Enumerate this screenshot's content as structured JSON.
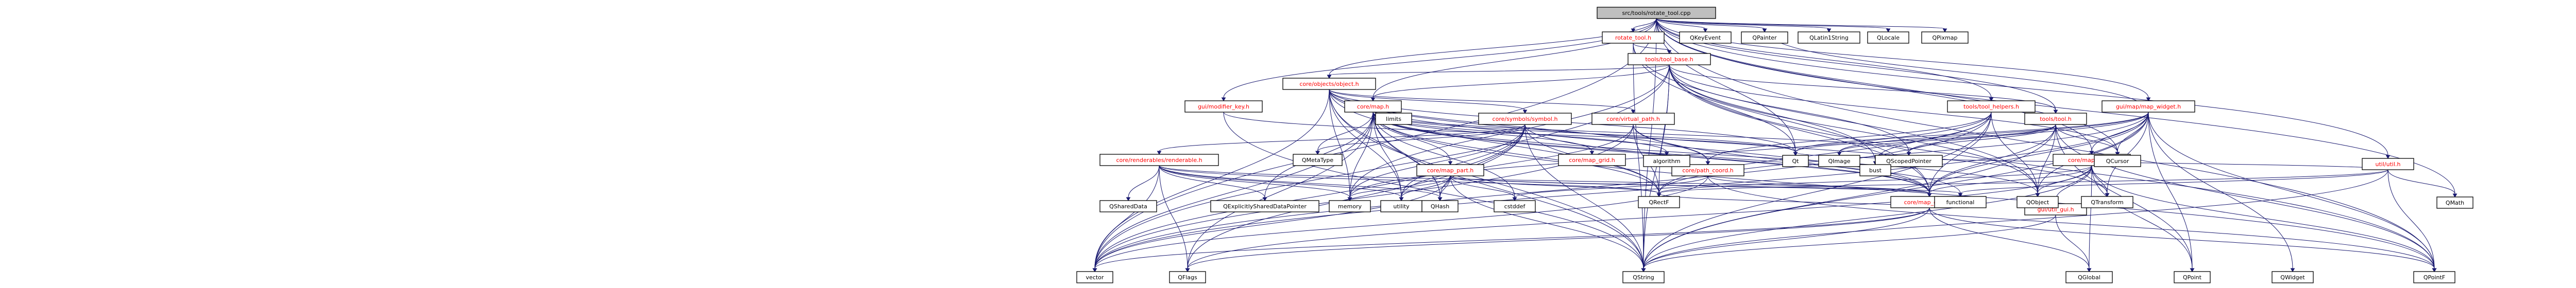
{
  "diagram": {
    "root": "src/tools/rotate_tool.cpp",
    "colors": {
      "root_fill": "#bfbfbf",
      "node_fill": "#ffffff",
      "edge": "#191970",
      "internal_text": "#ff0000",
      "external_text": "#000000"
    },
    "nodes": [
      {
        "id": "root",
        "label": "src/tools/rotate_tool.cpp",
        "kind": "root"
      },
      {
        "id": "rotate_tool_h",
        "label": "rotate_tool.h",
        "kind": "internal"
      },
      {
        "id": "qkeyevent",
        "label": "QKeyEvent",
        "kind": "external"
      },
      {
        "id": "qpainter",
        "label": "QPainter",
        "kind": "external"
      },
      {
        "id": "qlatin1string",
        "label": "QLatin1String",
        "kind": "external"
      },
      {
        "id": "qlocale",
        "label": "QLocale",
        "kind": "external"
      },
      {
        "id": "qpixmap",
        "label": "QPixmap",
        "kind": "external"
      },
      {
        "id": "tool_base_h",
        "label": "tools/tool_base.h",
        "kind": "internal"
      },
      {
        "id": "object_h",
        "label": "core/objects/object.h",
        "kind": "internal"
      },
      {
        "id": "modifier_key_h",
        "label": "gui/modifier_key.h",
        "kind": "internal"
      },
      {
        "id": "map_h",
        "label": "core/map.h",
        "kind": "internal"
      },
      {
        "id": "tool_helpers_h",
        "label": "tools/tool_helpers.h",
        "kind": "internal"
      },
      {
        "id": "tool_h",
        "label": "tools/tool.h",
        "kind": "internal"
      },
      {
        "id": "map_widget_h",
        "label": "gui/map/map_widget.h",
        "kind": "internal"
      },
      {
        "id": "util_h",
        "label": "util/util.h",
        "kind": "internal"
      },
      {
        "id": "limits",
        "label": "limits",
        "kind": "external"
      },
      {
        "id": "symbol_h",
        "label": "core/symbols/symbol.h",
        "kind": "internal"
      },
      {
        "id": "virtual_path_h",
        "label": "core/virtual_path.h",
        "kind": "internal"
      },
      {
        "id": "renderables_h",
        "label": "core/renderables/renderable.h",
        "kind": "internal"
      },
      {
        "id": "map_part_h",
        "label": "core/map_part.h",
        "kind": "internal"
      },
      {
        "id": "map_grid_h",
        "label": "core/map_grid.h",
        "kind": "internal"
      },
      {
        "id": "path_coord_h",
        "label": "core/path_coord.h",
        "kind": "internal"
      },
      {
        "id": "map_coord_h",
        "label": "core/map_coord.h",
        "kind": "internal"
      },
      {
        "id": "map_view_h",
        "label": "core/map_view.h",
        "kind": "internal"
      },
      {
        "id": "gui_util_h",
        "label": "gui/util_gui.h",
        "kind": "internal"
      },
      {
        "id": "qt",
        "label": "Qt",
        "kind": "external"
      },
      {
        "id": "qimage",
        "label": "QImage",
        "kind": "external"
      },
      {
        "id": "qscopedpointer",
        "label": "QScopedPointer",
        "kind": "external"
      },
      {
        "id": "qcursor",
        "label": "QCursor",
        "kind": "external"
      },
      {
        "id": "qmetatype",
        "label": "QMetaType",
        "kind": "external"
      },
      {
        "id": "algorithm",
        "label": "algorithm",
        "kind": "external"
      },
      {
        "id": "bust",
        "label": "bust",
        "kind": "external"
      },
      {
        "id": "qsharedata",
        "label": "QSharedData",
        "kind": "external"
      },
      {
        "id": "qexplicitly",
        "label": "QExplicitlySharedDataPointer",
        "kind": "external"
      },
      {
        "id": "memory",
        "label": "memory",
        "kind": "external"
      },
      {
        "id": "utility",
        "label": "utility",
        "kind": "external"
      },
      {
        "id": "qhash",
        "label": "QHash",
        "kind": "external"
      },
      {
        "id": "cstddef",
        "label": "cstddef",
        "kind": "external"
      },
      {
        "id": "qrectf",
        "label": "QRectF",
        "kind": "external"
      },
      {
        "id": "qobject",
        "label": "QObject",
        "kind": "external"
      },
      {
        "id": "qtransform",
        "label": "QTransform",
        "kind": "external"
      },
      {
        "id": "functional",
        "label": "functional",
        "kind": "external"
      },
      {
        "id": "vector",
        "label": "vector",
        "kind": "external"
      },
      {
        "id": "qflags",
        "label": "QFlags",
        "kind": "external"
      },
      {
        "id": "qstring",
        "label": "QString",
        "kind": "external"
      },
      {
        "id": "qpoint",
        "label": "QPoint",
        "kind": "external"
      },
      {
        "id": "qpointf",
        "label": "QPointF",
        "kind": "external"
      },
      {
        "id": "qwidget",
        "label": "QWidget",
        "kind": "external"
      },
      {
        "id": "qmath",
        "label": "QMath",
        "kind": "external"
      }
    ],
    "edges": [
      [
        "root",
        "rotate_tool_h"
      ],
      [
        "root",
        "qkeyevent"
      ],
      [
        "root",
        "qpainter"
      ],
      [
        "root",
        "qlatin1string"
      ],
      [
        "root",
        "qlocale"
      ],
      [
        "root",
        "qpixmap"
      ],
      [
        "root",
        "object_h"
      ],
      [
        "root",
        "modifier_key_h"
      ],
      [
        "root",
        "map_h"
      ],
      [
        "root",
        "tool_helpers_h"
      ],
      [
        "root",
        "tool_h"
      ],
      [
        "root",
        "map_widget_h"
      ],
      [
        "root",
        "util_h"
      ],
      [
        "root",
        "qt"
      ],
      [
        "root",
        "qcursor"
      ],
      [
        "root",
        "qstring"
      ],
      [
        "root",
        "map_view_h"
      ],
      [
        "root",
        "qpointf"
      ],
      [
        "root",
        "vector"
      ],
      [
        "root",
        "qmath"
      ],
      [
        "rotate_tool_h",
        "tool_base_h"
      ],
      [
        "rotate_tool_h",
        "map_coord_h"
      ],
      [
        "rotate_tool_h",
        "qobject"
      ],
      [
        "rotate_tool_h",
        "qstring"
      ],
      [
        "tool_base_h",
        "object_h"
      ],
      [
        "tool_base_h",
        "tool_h"
      ],
      [
        "tool_base_h",
        "qt"
      ],
      [
        "tool_base_h",
        "qpointf"
      ],
      [
        "tool_base_h",
        "qcursor"
      ],
      [
        "tool_base_h",
        "qscopedpointer"
      ],
      [
        "tool_base_h",
        "map_coord_h"
      ],
      [
        "tool_base_h",
        "vector"
      ],
      [
        "tool_base_h",
        "qstring"
      ],
      [
        "tool_base_h",
        "bust"
      ],
      [
        "tool_base_h",
        "memory"
      ],
      [
        "tool_base_h",
        "qrectf"
      ],
      [
        "tool_base_h",
        "qobject"
      ],
      [
        "tool_base_h",
        "map_h"
      ],
      [
        "object_h",
        "symbol_h"
      ],
      [
        "object_h",
        "virtual_path_h"
      ],
      [
        "object_h",
        "limits"
      ],
      [
        "object_h",
        "map_coord_h"
      ],
      [
        "object_h",
        "path_coord_h"
      ],
      [
        "object_h",
        "qrectf"
      ],
      [
        "object_h",
        "qhash"
      ],
      [
        "object_h",
        "qstring"
      ],
      [
        "object_h",
        "vector"
      ],
      [
        "object_h",
        "utility"
      ],
      [
        "object_h",
        "memory"
      ],
      [
        "object_h",
        "qt"
      ],
      [
        "object_h",
        "qtransform"
      ],
      [
        "modifier_key_h",
        "qstring"
      ],
      [
        "modifier_key_h",
        "qt"
      ],
      [
        "map_h",
        "map_part_h"
      ],
      [
        "map_h",
        "map_grid_h"
      ],
      [
        "map_h",
        "map_coord_h"
      ],
      [
        "map_h",
        "algorithm"
      ],
      [
        "map_h",
        "qmetatype"
      ],
      [
        "map_h",
        "vector"
      ],
      [
        "map_h",
        "qhash"
      ],
      [
        "map_h",
        "qrectf"
      ],
      [
        "map_h",
        "qstring"
      ],
      [
        "map_h",
        "qobject"
      ],
      [
        "map_h",
        "utility"
      ],
      [
        "map_h",
        "memory"
      ],
      [
        "map_h",
        "functional"
      ],
      [
        "map_h",
        "qscopedpointer"
      ],
      [
        "map_h",
        "qexplicitly"
      ],
      [
        "map_h",
        "qflags"
      ],
      [
        "map_h",
        "qpointf"
      ],
      [
        "map_h",
        "cstddef"
      ],
      [
        "map_h",
        "qt"
      ],
      [
        "tool_helpers_h",
        "path_coord_h"
      ],
      [
        "tool_helpers_h",
        "map_coord_h"
      ],
      [
        "tool_helpers_h",
        "bust"
      ],
      [
        "tool_helpers_h",
        "qrectf"
      ],
      [
        "tool_helpers_h",
        "qstring"
      ],
      [
        "tool_helpers_h",
        "memory"
      ],
      [
        "tool_helpers_h",
        "vector"
      ],
      [
        "tool_helpers_h",
        "qobject"
      ],
      [
        "tool_h",
        "qt"
      ],
      [
        "tool_h",
        "qimage"
      ],
      [
        "tool_h",
        "qscopedpointer"
      ],
      [
        "tool_h",
        "qcursor"
      ],
      [
        "tool_h",
        "qobject"
      ],
      [
        "tool_h",
        "qpointf"
      ],
      [
        "tool_h",
        "map_coord_h"
      ],
      [
        "tool_h",
        "qstring"
      ],
      [
        "tool_h",
        "qpoint"
      ],
      [
        "map_widget_h",
        "map_view_h"
      ],
      [
        "map_widget_h",
        "qwidget"
      ],
      [
        "map_widget_h",
        "qt"
      ],
      [
        "map_widget_h",
        "qimage"
      ],
      [
        "map_widget_h",
        "qcursor"
      ],
      [
        "map_widget_h",
        "qobject"
      ],
      [
        "map_widget_h",
        "qpoint"
      ],
      [
        "map_widget_h",
        "qpointf"
      ],
      [
        "map_widget_h",
        "qrectf"
      ],
      [
        "map_widget_h",
        "qstring"
      ],
      [
        "map_widget_h",
        "qscopedpointer"
      ],
      [
        "map_widget_h",
        "map_coord_h"
      ],
      [
        "map_widget_h",
        "vector"
      ],
      [
        "map_widget_h",
        "qtransform"
      ],
      [
        "map_widget_h",
        "qpainter"
      ],
      [
        "util_h",
        "qmath"
      ],
      [
        "util_h",
        "qpointf"
      ],
      [
        "util_h",
        "qrectf"
      ],
      [
        "util_h",
        "qstring"
      ],
      [
        "util_h",
        "functional"
      ],
      [
        "util_h",
        "qt"
      ],
      [
        "symbol_h",
        "renderables_h"
      ],
      [
        "symbol_h",
        "map_coord_h"
      ],
      [
        "symbol_h",
        "qmetatype"
      ],
      [
        "symbol_h",
        "qhash"
      ],
      [
        "symbol_h",
        "qstring"
      ],
      [
        "symbol_h",
        "vector"
      ],
      [
        "symbol_h",
        "memory"
      ],
      [
        "symbol_h",
        "utility"
      ],
      [
        "symbol_h",
        "qrectf"
      ],
      [
        "symbol_h",
        "qflags"
      ],
      [
        "virtual_path_h",
        "map_coord_h"
      ],
      [
        "virtual_path_h",
        "path_coord_h"
      ],
      [
        "virtual_path_h",
        "qrectf"
      ],
      [
        "virtual_path_h",
        "vector"
      ],
      [
        "virtual_path_h",
        "utility"
      ],
      [
        "renderables_h",
        "qsharedata"
      ],
      [
        "renderables_h",
        "qexplicitly"
      ],
      [
        "renderables_h",
        "memory"
      ],
      [
        "renderables_h",
        "vector"
      ],
      [
        "renderables_h",
        "qrectf"
      ],
      [
        "renderables_h",
        "qhash"
      ],
      [
        "renderables_h",
        "qflags"
      ],
      [
        "renderables_h",
        "utility"
      ],
      [
        "renderables_h",
        "map_coord_h"
      ],
      [
        "map_part_h",
        "map_coord_h"
      ],
      [
        "map_part_h",
        "qstring"
      ],
      [
        "map_part_h",
        "vector"
      ],
      [
        "map_part_h",
        "memory"
      ],
      [
        "map_part_h",
        "functional"
      ],
      [
        "map_part_h",
        "qrectf"
      ],
      [
        "map_part_h",
        "cstddef"
      ],
      [
        "map_part_h",
        "utility"
      ],
      [
        "map_part_h",
        "qhash"
      ],
      [
        "path_coord_h",
        "map_coord_h"
      ],
      [
        "path_coord_h",
        "vector"
      ],
      [
        "path_coord_h",
        "cstddef"
      ],
      [
        "path_coord_h",
        "qpointf"
      ],
      [
        "map_coord_h",
        "qpointf"
      ],
      [
        "map_coord_h",
        "qstring"
      ],
      [
        "map_coord_h",
        "qflags"
      ],
      [
        "map_coord_h",
        "qrectf"
      ],
      [
        "map_coord_h",
        "vector"
      ],
      [
        "map_coord_h",
        "qglobal"
      ],
      [
        "map_view_h",
        "map_coord_h"
      ],
      [
        "map_view_h",
        "gui_util_h"
      ],
      [
        "map_view_h",
        "qobject"
      ],
      [
        "map_view_h",
        "qtransform"
      ],
      [
        "map_view_h",
        "qpointf"
      ],
      [
        "map_view_h",
        "qrectf"
      ],
      [
        "map_view_h",
        "qpoint"
      ],
      [
        "map_view_h",
        "qstring"
      ],
      [
        "map_view_h",
        "qflags"
      ],
      [
        "map_view_h",
        "qglobal"
      ],
      [
        "gui_util_h",
        "qstring"
      ],
      [
        "gui_util_h",
        "qglobal"
      ]
    ]
  },
  "extra_nodes": [
    {
      "id": "qglobal",
      "label": "QGlobal",
      "kind": "external"
    }
  ]
}
